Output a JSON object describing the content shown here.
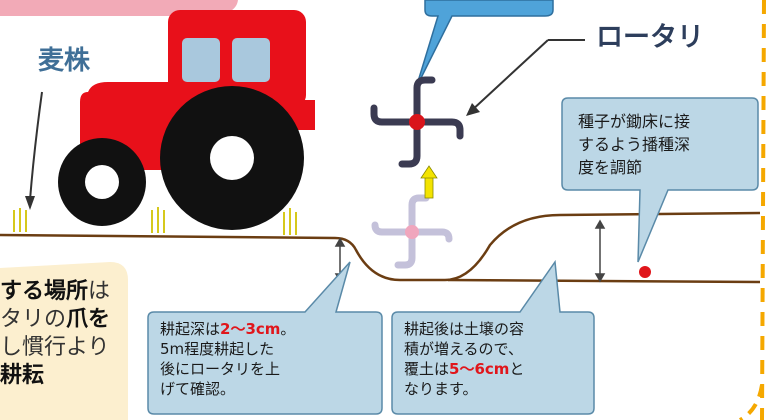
{
  "labels": {
    "wheat_stubble": "麦株",
    "rotary": "ロータリ"
  },
  "callouts": {
    "seed_depth": {
      "lines": [
        "種子が鋤床に接",
        "するよう播種深",
        "度を調節"
      ]
    },
    "tillage_depth": {
      "line1_pre": "耕起深は",
      "line1_hl": "2〜3cm",
      "line1_post": "。",
      "line2": "5m程度耕起した",
      "line3": "後にロータリを上",
      "line4": "げて確認。"
    },
    "soil_volume": {
      "line1": "耕起後は土壌の容",
      "line2": "積が増えるので、",
      "line3_pre": "覆土は",
      "line3_hl": "5〜6cm",
      "line3_post": "と",
      "line4": "なります。"
    }
  },
  "left_note": {
    "line1_a": "する場所",
    "line1_b": "は",
    "line2_a": "タリの",
    "line2_b": "爪を",
    "line3": "し慣行より",
    "line4": "耕耘"
  },
  "colors": {
    "tractor_body": "#e8101a",
    "tractor_window": "#a9c8dd",
    "tire": "#111111",
    "soil_line": "#6b3d12",
    "callout_fill": "#bcd7e6",
    "callout_top_fill": "#4fa3d9",
    "dashed_border": "#f5a800",
    "red_dot": "#e0161b",
    "arrow_yellow": "#f3e300"
  },
  "icons": [
    "tractor-icon",
    "rotary-tine-icon",
    "seed-dot-icon",
    "up-arrow-icon"
  ]
}
